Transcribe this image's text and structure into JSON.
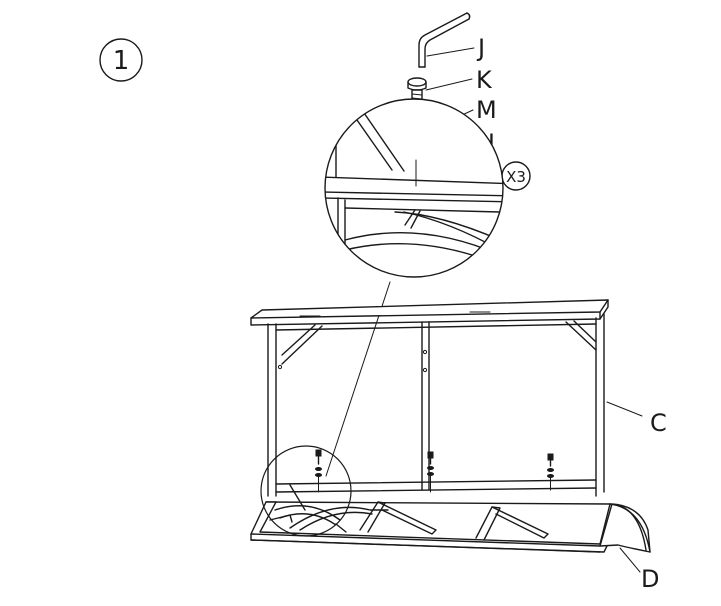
{
  "step": {
    "number": "1"
  },
  "parts": {
    "J": "J",
    "K": "K",
    "M": "M",
    "N": "N",
    "C": "C",
    "D": "D"
  },
  "quantity": "X3",
  "colors": {
    "line": "#1a1a1a",
    "background": "#ffffff"
  }
}
